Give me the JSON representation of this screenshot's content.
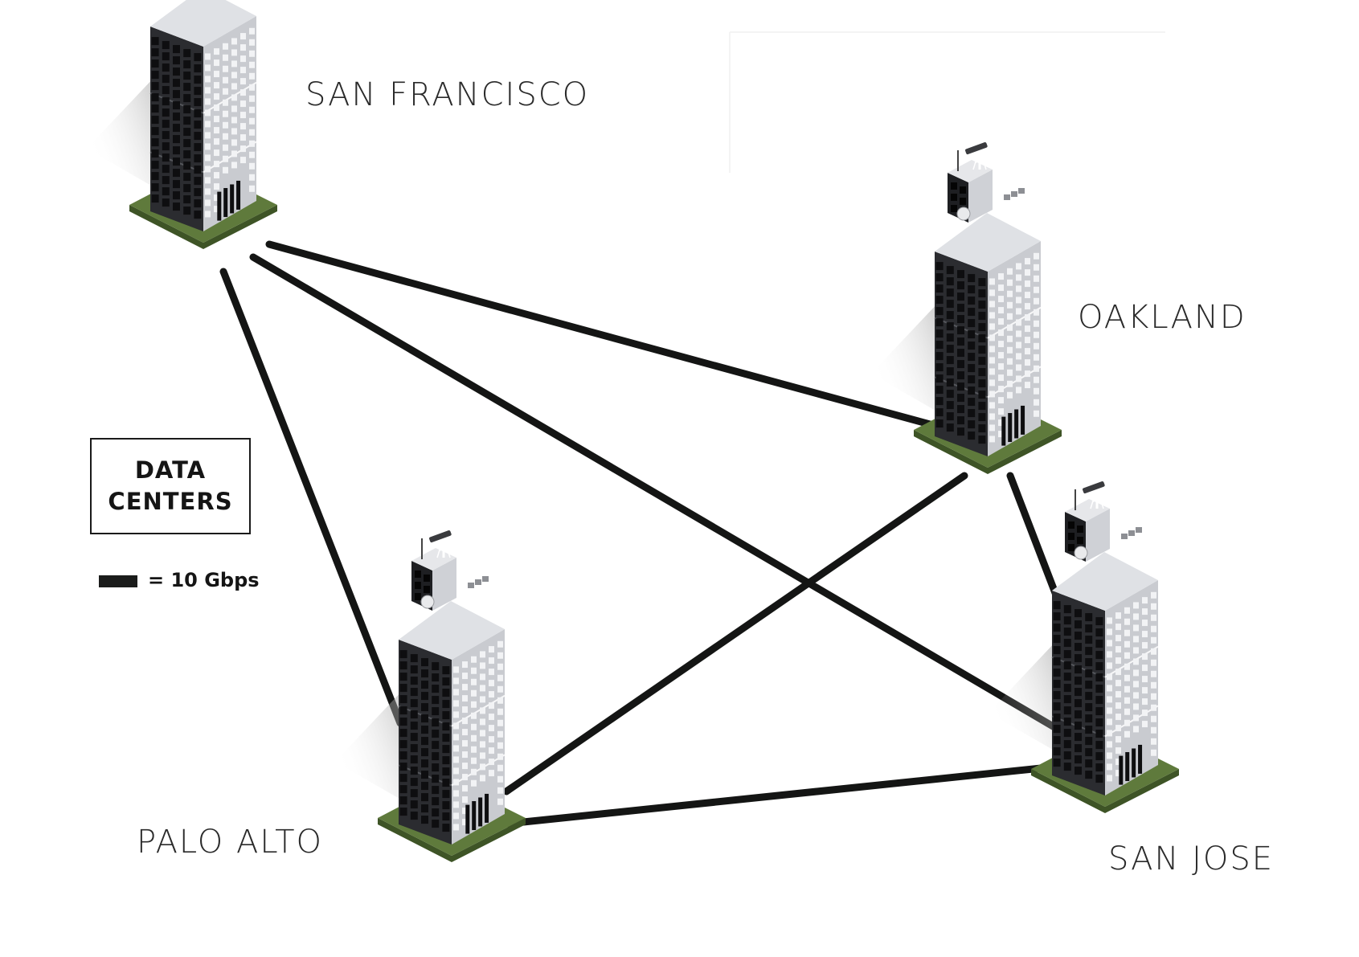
{
  "legend": {
    "title": "DATA\nCENTERS",
    "scale_text": "= 10 Gbps"
  },
  "nodes": [
    {
      "id": "sf",
      "label": "SAN FRANCISCO"
    },
    {
      "id": "oak",
      "label": "OAKLAND"
    },
    {
      "id": "pa",
      "label": "PALO ALTO"
    },
    {
      "id": "sj",
      "label": "SAN JOSE"
    }
  ],
  "links": [
    {
      "from": "sf",
      "to": "oak",
      "capacity": "10 Gbps"
    },
    {
      "from": "sf",
      "to": "sj",
      "capacity": "10 Gbps"
    },
    {
      "from": "sf",
      "to": "pa",
      "capacity": "10 Gbps"
    },
    {
      "from": "oak",
      "to": "pa",
      "capacity": "10 Gbps"
    },
    {
      "from": "oak",
      "to": "sj",
      "capacity": "10 Gbps"
    },
    {
      "from": "pa",
      "to": "sj",
      "capacity": "10 Gbps"
    }
  ],
  "colors": {
    "link": "#141514",
    "base_grass": "#5f7a3c",
    "base_grass_edge": "#3e5426",
    "tower_dark": "#2b2c30",
    "tower_light": "#c9cbd0",
    "window_dark": "#0e0e10",
    "window_light": "#f2f3f5",
    "label": "#2a2a2a"
  }
}
